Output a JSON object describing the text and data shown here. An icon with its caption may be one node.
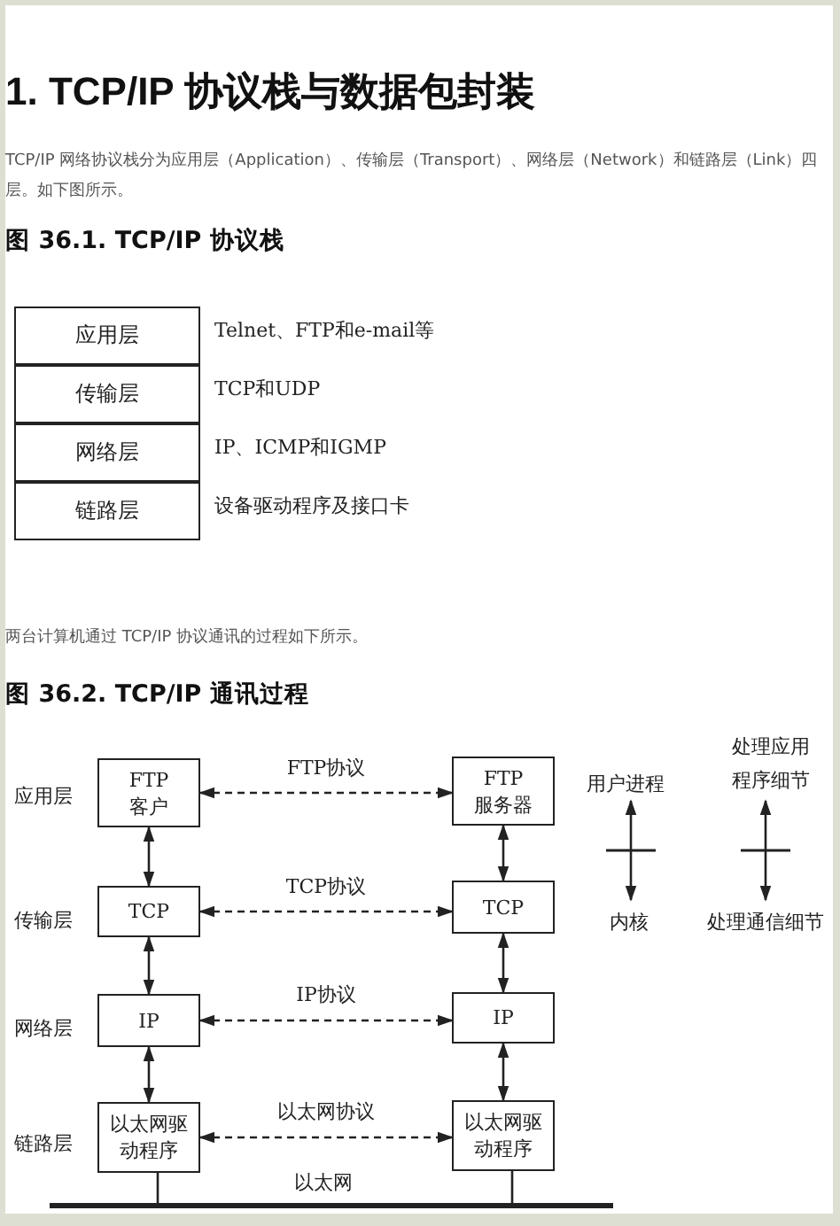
{
  "diagram": {
    "title": "1. TCP/IP 协议栈与数据包封装",
    "nodes": [
      {
        "text": [
          "应用层"
        ],
        "beside": [
          "Telnet、FTP和e-mail等"
        ]
      },
      {
        "text": [
          "传输层"
        ],
        "beside": [
          "TCP和UDP"
        ]
      },
      {
        "text": [
          "网络层"
        ],
        "beside": [
          "IP、ICMP和IGMP"
        ]
      },
      {
        "text": [
          "链路层"
        ],
        "beside": [
          "设备驱动程序及接口卡"
        ]
      },
      {
        "text": [
          "FTP",
          "客户"
        ]
      },
      {
        "text": [
          "TCP"
        ]
      },
      {
        "text": [
          "IP"
        ]
      },
      {
        "text": [
          "以太网驱动程序"
        ]
      },
      {
        "text": [
          "FTP",
          "服务器"
        ]
      },
      {
        "text": [
          "TCP"
        ]
      },
      {
        "text": [
          "IP"
        ]
      },
      {
        "text": [
          "以太网驱动程序"
        ]
      },
      {
        "text": [
          "以太网"
        ]
      }
    ],
    "edges": [
      {
        "from": 4,
        "to": 8,
        "arrow": "both",
        "style": "dashed",
        "label": "FTP协议"
      },
      {
        "from": 5,
        "to": 9,
        "arrow": "both",
        "style": "dashed",
        "label": "TCP协议"
      },
      {
        "from": 6,
        "to": 10,
        "arrow": "both",
        "style": "dashed",
        "label": "IP协议"
      },
      {
        "from": 7,
        "to": 11,
        "arrow": "both",
        "style": "dashed",
        "label": "以太网协议"
      },
      {
        "from": 4,
        "to": 5,
        "arrow": "both"
      },
      {
        "from": 5,
        "to": 6,
        "arrow": "both"
      },
      {
        "from": 6,
        "to": 7,
        "arrow": "both"
      },
      {
        "from": 8,
        "to": 9,
        "arrow": "both"
      },
      {
        "from": 9,
        "to": 10,
        "arrow": "both"
      },
      {
        "from": 10,
        "to": 11,
        "arrow": "both"
      },
      {
        "from": 7,
        "to": 12,
        "arrow": "none"
      },
      {
        "from": 11,
        "to": 12,
        "arrow": "none"
      }
    ],
    "labels": [
      "TCP/IP 网络协议栈分为应用层（Application）、传输层（Transport）、网络层（Network）和链路层（Link）四层。如下图所示。",
      "图 36.1. TCP/IP 协议栈",
      "两台计算机通过 TCP/IP 协议通讯的过程如下所示。",
      "图 36.2. TCP/IP 通讯过程",
      "处理应用程序细节",
      "用户进程",
      "应用层",
      "传输层",
      "内核",
      "处理通信细节",
      "网络层",
      "链路层"
    ]
  }
}
